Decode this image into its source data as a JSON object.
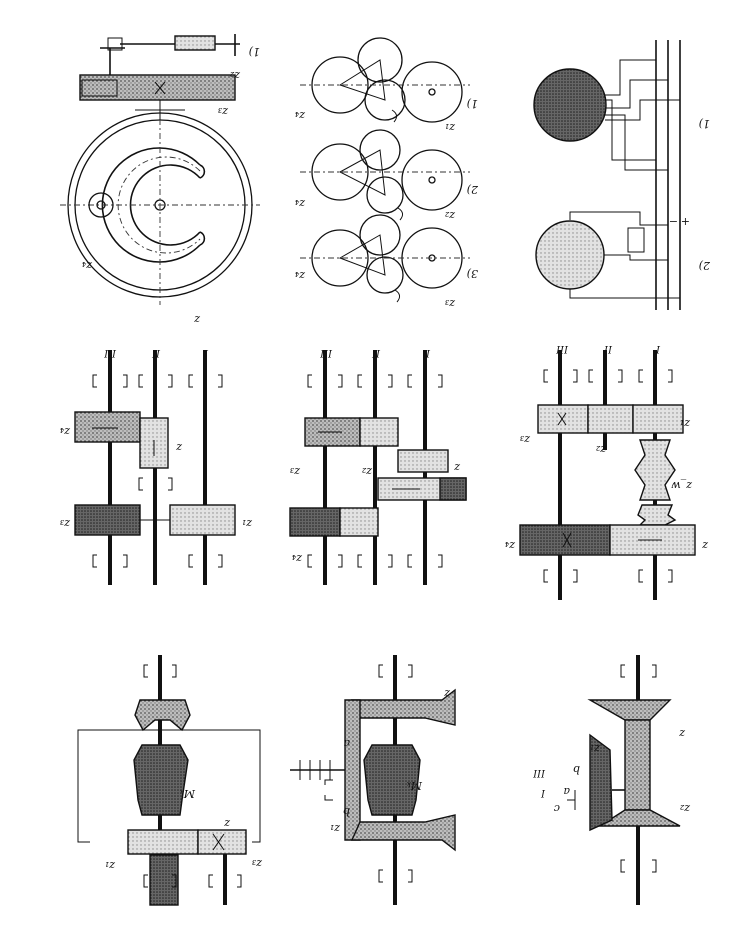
{
  "labels": {
    "z": "z",
    "z1": "z₁",
    "z2": "z₂",
    "z3": "z₃",
    "z4": "z₄",
    "zw": "z_w",
    "Mk": "Mₖ",
    "a": "a",
    "b": "b",
    "c": "c",
    "I": "I",
    "II": "II",
    "III": "III",
    "fig1": "1)",
    "fig2": "2)",
    "fig3": "3)",
    "plus": "+",
    "minus": "−"
  },
  "colors": {
    "ink": "#111111",
    "paper": "#ffffff"
  }
}
